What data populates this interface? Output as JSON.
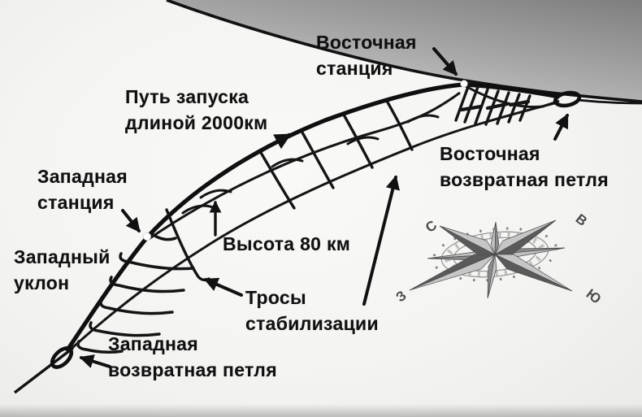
{
  "labels": {
    "east_station": "Восточная\nстанция",
    "launch_path": "Путь запуска\nдлиной 2000км",
    "west_station": "Западная\nстанция",
    "west_incline": "Западный\nуклон",
    "height": "Высота 80 км",
    "stabilization_cables": "Тросы\nстабилизации",
    "west_return_loop": "Западная\nвозвратная петля",
    "east_return_loop": "Восточная\nвозвратная петля"
  },
  "compass": {
    "north": "С",
    "east": "В",
    "west": "З",
    "south": "Ю"
  },
  "colors": {
    "line": "#111111",
    "text": "#101010",
    "sky_dark": "#7e7e7e",
    "sky_light": "#cccccc",
    "compass_dark": "#5a5a5a",
    "compass_light": "#c6c6c6"
  }
}
